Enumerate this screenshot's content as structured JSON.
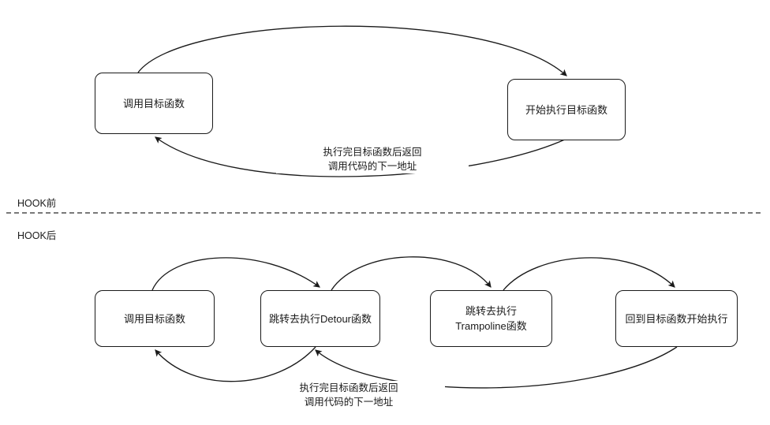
{
  "diagram": {
    "title_absent": true,
    "background_color": "#ffffff",
    "stroke_color": "#1a1a1a",
    "sections": [
      {
        "id": "before",
        "label": "HOOK前"
      },
      {
        "id": "after",
        "label": "HOOK后"
      }
    ],
    "divider": {
      "style": "dashed",
      "color": "#4d4d4d"
    },
    "before_hook": {
      "nodes": [
        {
          "id": "b1",
          "label": "调用目标函数"
        },
        {
          "id": "b2",
          "label": "开始执行目标函数"
        }
      ],
      "edges": [
        {
          "from": "b1",
          "to": "b2",
          "label": ""
        },
        {
          "from": "b2",
          "to": "b1",
          "label": "执行完目标函数后返回\n调用代码的下一地址"
        }
      ],
      "return_label": "执行完目标函数后返回\n调用代码的下一地址"
    },
    "after_hook": {
      "nodes": [
        {
          "id": "a1",
          "label": "调用目标函数"
        },
        {
          "id": "a2",
          "label": "跳转去执行Detour函数"
        },
        {
          "id": "a3",
          "label": "跳转去执行\nTrampoline函数"
        },
        {
          "id": "a4",
          "label": "回到目标函数开始执行"
        }
      ],
      "edges": [
        {
          "from": "a1",
          "to": "a2",
          "label": ""
        },
        {
          "from": "a2",
          "to": "a3",
          "label": ""
        },
        {
          "from": "a3",
          "to": "a4",
          "label": ""
        },
        {
          "from": "a4",
          "to": "a2",
          "label": ""
        },
        {
          "from": "a2",
          "to": "a1",
          "label": ""
        }
      ],
      "return_label": "执行完目标函数后返回\n调用代码的下一地址"
    }
  }
}
